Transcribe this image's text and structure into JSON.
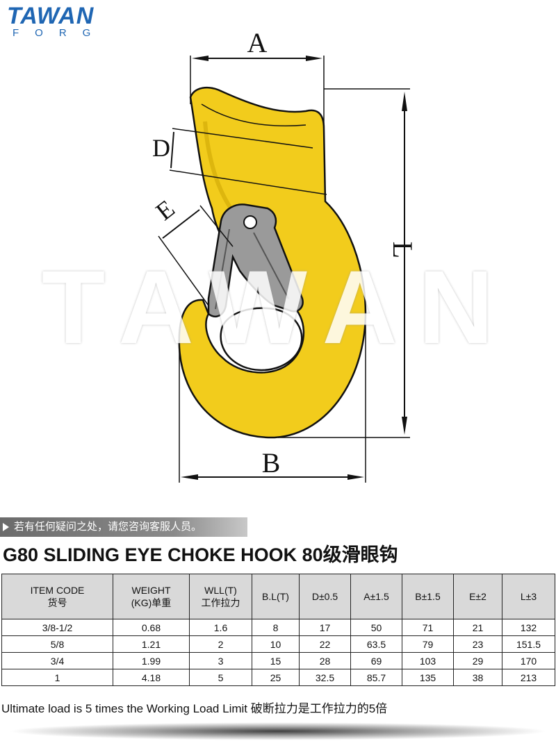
{
  "brand": {
    "logo_top": "TAWAN",
    "logo_bottom": "FORG",
    "watermark": "TAWAN",
    "color": "#1f66b3"
  },
  "diagram": {
    "labels": {
      "a": "A",
      "b": "B",
      "d": "D",
      "e": "E",
      "l": "L"
    },
    "hook_color": "#f2cc1c",
    "latch_color": "#9a9a9a"
  },
  "notice": "若有任何疑问之处，请您咨询客服人员。",
  "title": "G80 SLIDING EYE CHOKE HOOK 80级滑眼钩",
  "table": {
    "headers": [
      {
        "en": "ITEM CODE",
        "cn": "货号"
      },
      {
        "en": "WEIGHT",
        "cn": "(KG)单重"
      },
      {
        "en": "WLL(T)",
        "cn": "工作拉力"
      },
      {
        "en": "B.L(T)",
        "cn": ""
      },
      {
        "en": "D±0.5",
        "cn": ""
      },
      {
        "en": "A±1.5",
        "cn": ""
      },
      {
        "en": "B±1.5",
        "cn": ""
      },
      {
        "en": "E±2",
        "cn": ""
      },
      {
        "en": "L±3",
        "cn": ""
      }
    ],
    "rows": [
      [
        "3/8-1/2",
        "0.68",
        "1.6",
        "8",
        "17",
        "50",
        "71",
        "21",
        "132"
      ],
      [
        "5/8",
        "1.21",
        "2",
        "10",
        "22",
        "63.5",
        "79",
        "23",
        "151.5"
      ],
      [
        "3/4",
        "1.99",
        "3",
        "15",
        "28",
        "69",
        "103",
        "29",
        "170"
      ],
      [
        "1",
        "4.18",
        "5",
        "25",
        "32.5",
        "85.7",
        "135",
        "38",
        "213"
      ]
    ]
  },
  "note": "Ultimate load is 5 times the Working Load Limit 破断拉力是工作拉力的5倍"
}
